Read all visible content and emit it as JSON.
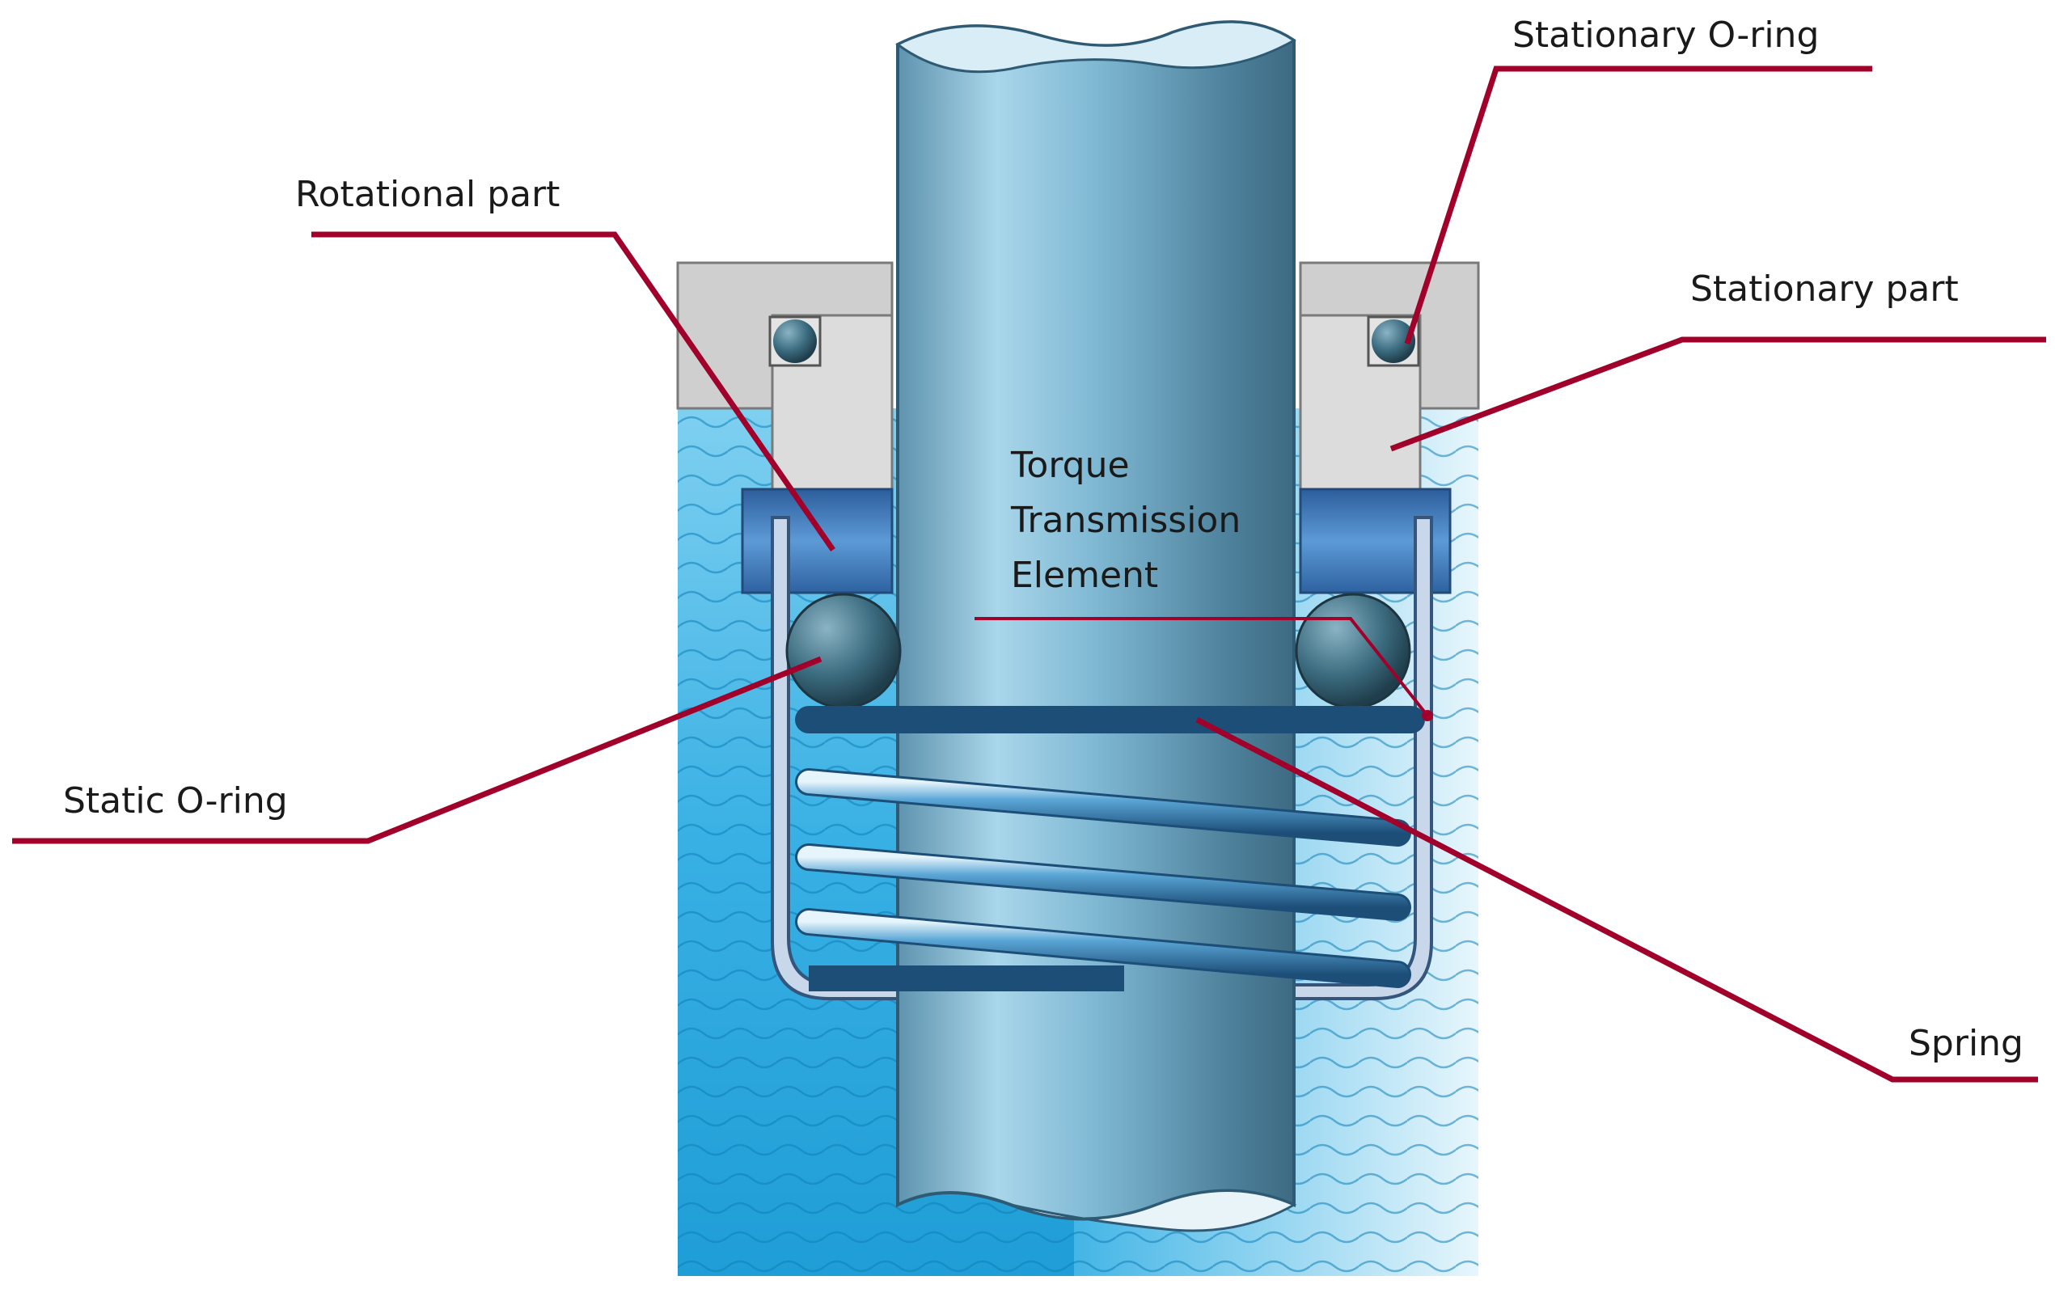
{
  "labels": {
    "stationary_oring": "Stationary O-ring",
    "rotational_part": "Rotational part",
    "stationary_part": "Stationary part",
    "torque_line1": "Torque",
    "torque_line2": "Transmission",
    "torque_line3": "Element",
    "static_oring": "Static O-ring",
    "spring": "Spring"
  },
  "colors": {
    "leader": "#a0002a",
    "fluid": "#35aee0",
    "shaft": "#8ec6df",
    "housing": "#cfcfcf",
    "seal_face": "#3e7fc2",
    "oring": "#2f5a6a",
    "spring": "#5a9fd0"
  }
}
